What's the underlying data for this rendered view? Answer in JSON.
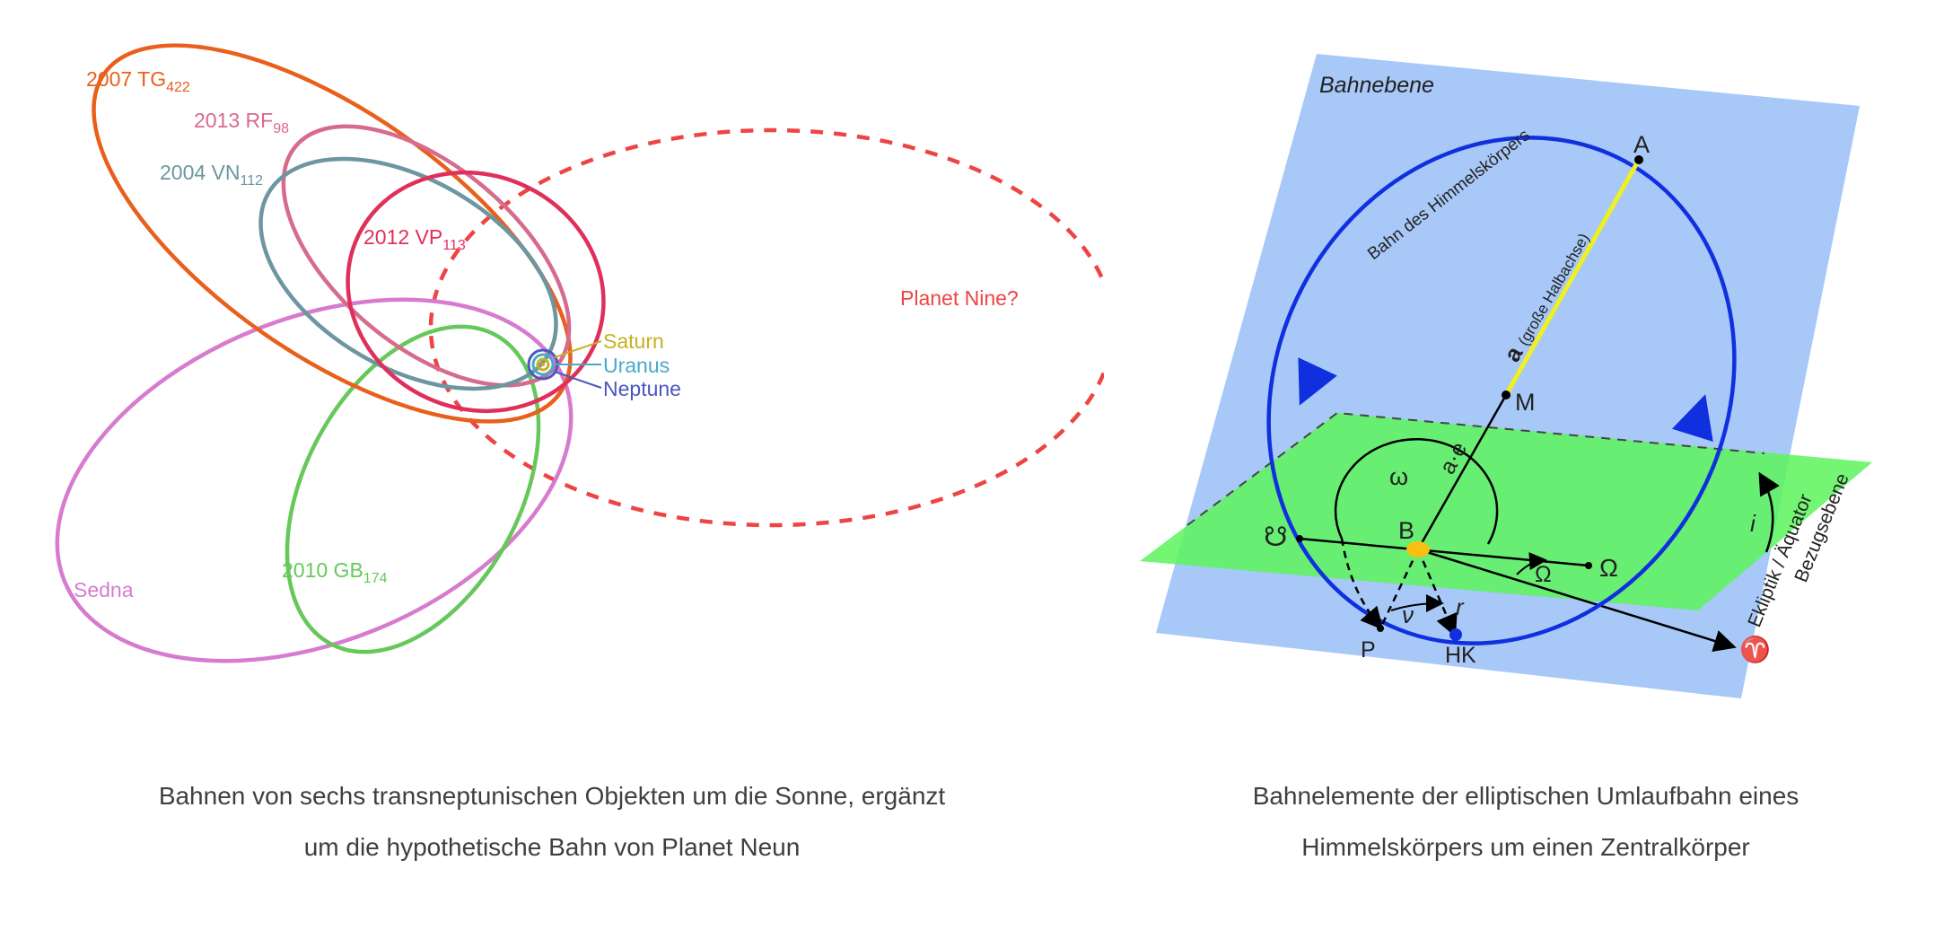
{
  "left_diagram": {
    "objects": [
      {
        "name": "2007 TG",
        "sub": "422",
        "color": "#e8601c"
      },
      {
        "name": "2013 RF",
        "sub": "98",
        "color": "#d76b8c"
      },
      {
        "name": "2004 VN",
        "sub": "112",
        "color": "#6c96a0"
      },
      {
        "name": "2012 VP",
        "sub": "113",
        "color": "#e0305a"
      },
      {
        "name": "Sedna",
        "sub": "",
        "color": "#d77bcf"
      },
      {
        "name": "2010 GB",
        "sub": "174",
        "color": "#66c85a"
      }
    ],
    "planet_nine": {
      "label": "Planet Nine?",
      "color": "#ee4444"
    },
    "planets": [
      {
        "name": "Saturn",
        "color": "#c8b020"
      },
      {
        "name": "Uranus",
        "color": "#4aa8c8"
      },
      {
        "name": "Neptune",
        "color": "#4a58c0"
      }
    ],
    "caption": [
      "Bahnen von sechs transneptunischen Objekten um die Sonne, ergänzt",
      "um die hypothetische Bahn von Planet Neun"
    ]
  },
  "right_diagram": {
    "plane_label": "Bahnebene",
    "orbit_label": "Bahn des Himmelskörpers",
    "axis_label_a": "a",
    "axis_label_a_note": "(große Halbachse)",
    "point_A": "A",
    "point_M": "M",
    "label_ae": "a·e",
    "label_omega_small": "ω",
    "point_B": "B",
    "descending_node": "☋",
    "ascending_node": "Ω",
    "label_Omega_angle": "Ω",
    "label_nu": "ν",
    "label_r": "r",
    "point_P": "P",
    "point_HK": "HK",
    "vernal_point": "♈",
    "inclination": "i",
    "reference_plane_1": "Bezugsebene",
    "reference_plane_2": "Ekliptik / Äquator",
    "colors": {
      "plane_blue": "#a8c8f8",
      "plane_green": "#5cf55c",
      "orbit": "#1030e0",
      "major_axis": "#f0f020",
      "center_body": "#f8c010"
    },
    "caption": [
      "Bahnelemente der elliptischen Umlaufbahn eines",
      "Himmelskörpers um einen Zentralkörper"
    ]
  }
}
